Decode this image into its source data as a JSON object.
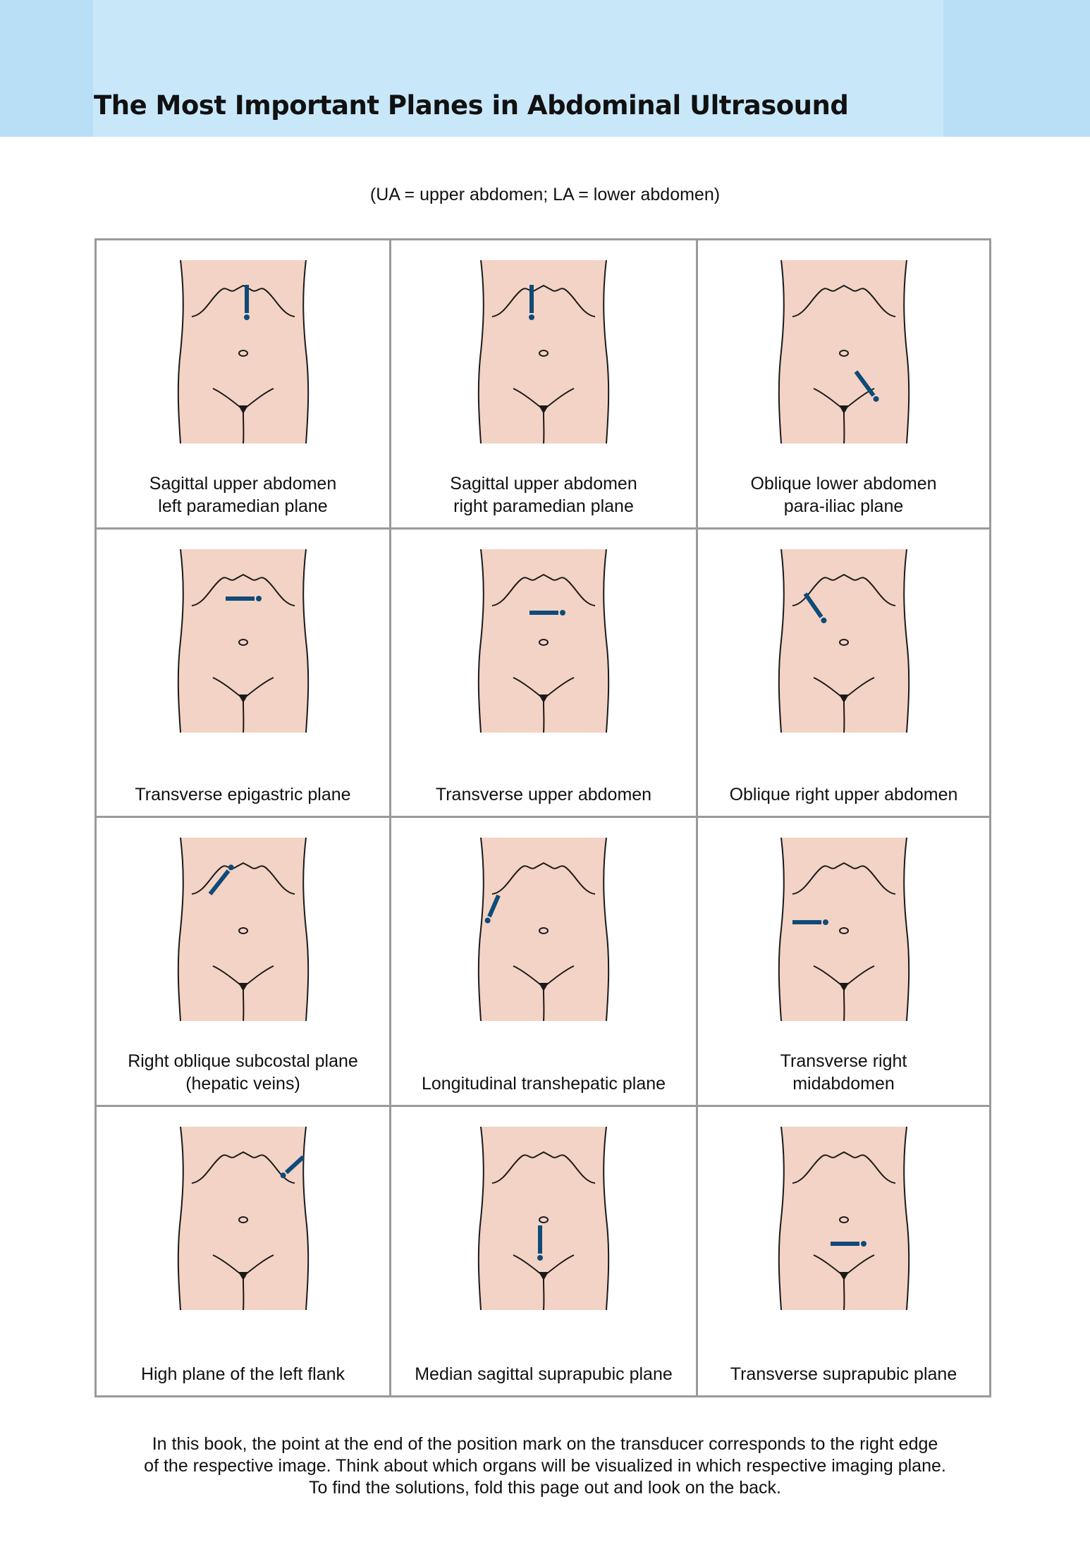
{
  "header": {
    "title": "The Most Important Planes in Abdominal Ultrasound"
  },
  "legend_note": "(UA = upper abdomen; LA = lower abdomen)",
  "colors": {
    "header_band": "#c8e8fa",
    "skin": "#f3d3c5",
    "transducer": "#0f4a78",
    "grid_border": "#9a9a9a"
  },
  "planes": [
    {
      "icon": "torso-transducer-diagram",
      "caption_lines": [
        "Sagittal upper abdomen",
        "left paramedian plane"
      ]
    },
    {
      "icon": "torso-transducer-diagram",
      "caption_lines": [
        "Sagittal upper abdomen",
        "right paramedian plane"
      ]
    },
    {
      "icon": "torso-transducer-diagram",
      "caption_lines": [
        "Oblique lower abdomen",
        "para-iliac plane"
      ]
    },
    {
      "icon": "torso-transducer-diagram",
      "caption_lines": [
        "Transverse epigastric plane"
      ]
    },
    {
      "icon": "torso-transducer-diagram",
      "caption_lines": [
        "Transverse upper abdomen"
      ]
    },
    {
      "icon": "torso-transducer-diagram",
      "caption_lines": [
        "Oblique right upper abdomen"
      ]
    },
    {
      "icon": "torso-transducer-diagram",
      "caption_lines": [
        "Right oblique subcostal plane",
        "(hepatic veins)"
      ]
    },
    {
      "icon": "torso-transducer-diagram",
      "caption_lines": [
        "Longitudinal transhepatic plane"
      ]
    },
    {
      "icon": "torso-transducer-diagram",
      "caption_lines": [
        "Transverse right",
        "midabdomen"
      ]
    },
    {
      "icon": "torso-transducer-diagram",
      "caption_lines": [
        "High plane of the left flank"
      ]
    },
    {
      "icon": "torso-transducer-diagram",
      "caption_lines": [
        "Median sagittal suprapubic plane"
      ]
    },
    {
      "icon": "torso-transducer-diagram",
      "caption_lines": [
        "Transverse suprapubic plane"
      ]
    }
  ],
  "footnote_lines": [
    "In this book, the point at the end of the position mark on the transducer corresponds to the right edge",
    "of the respective image. Think about which organs will be visualized in which respective imaging plane.",
    "To find the solutions, fold this page out and look on the back."
  ]
}
